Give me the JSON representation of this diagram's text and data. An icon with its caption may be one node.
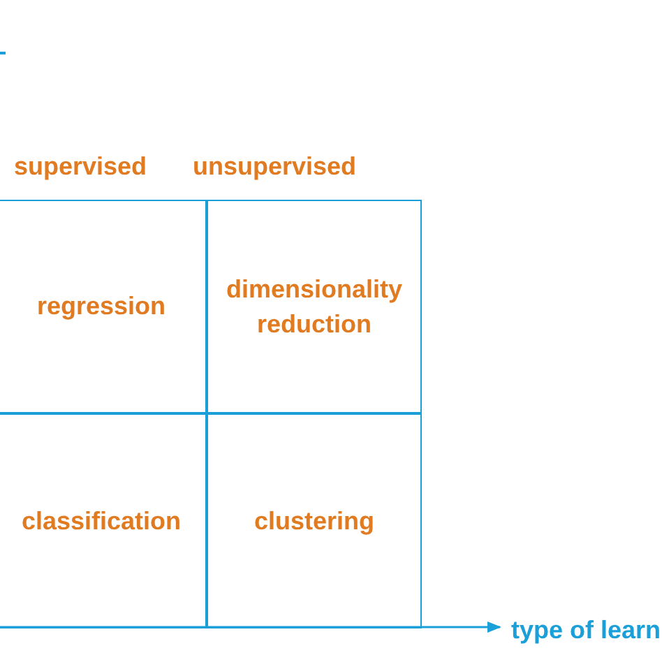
{
  "diagram": {
    "nodes": [
      {
        "text": [
          "regression"
        ]
      },
      {
        "text": [
          "dimensionality reduction"
        ]
      },
      {
        "text": [
          "classification"
        ]
      },
      {
        "text": [
          "clustering"
        ]
      }
    ],
    "labels": [
      "supervised",
      "unsupervised",
      "type of learn"
    ]
  }
}
